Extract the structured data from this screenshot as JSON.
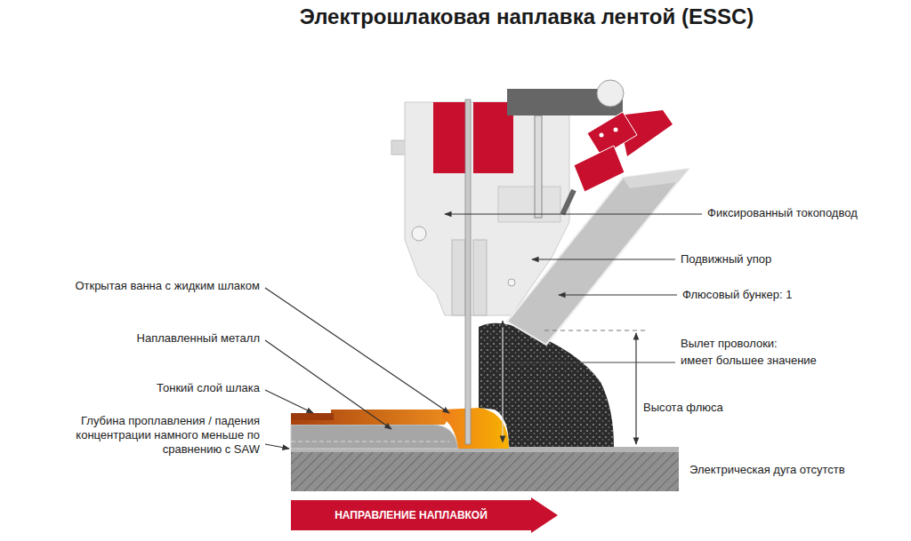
{
  "diagram": {
    "title": "Электрошлаковая наплавка лентой (ESSC)",
    "nodes": [
      {
        "text": [
          "НАПРАВЛЕНИЕ НАПЛАВКОЙ"
        ]
      }
    ],
    "labels": [
      "Фиксированный токоподвод",
      "Подвижный упор",
      "Флюсовый бункер: 1",
      "Открытая ванна с жидким шлаком",
      "Наплавленный металл",
      "Тонкий слой шлака",
      "Глубина проплавления / падения концентрации намного меньше по сравнению с SAW",
      "Вылет проволоки:",
      "имеет большее значение",
      "Высота флюса",
      "Электрическая дуга отсутств"
    ]
  }
}
